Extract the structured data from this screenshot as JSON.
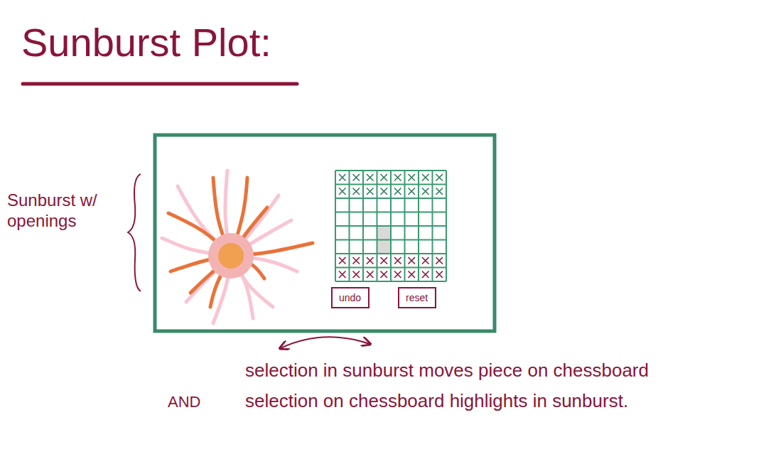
{
  "diagram": {
    "title": "Sunburst Plot:",
    "nodes": [
      {
        "text": [
          "undo"
        ]
      },
      {
        "text": [
          "reset"
        ]
      }
    ],
    "labels": [
      "Sunburst w/ openings",
      "selection in sunburst moves piece on chessboard",
      "AND",
      "selection on chessboard highlights in sunburst."
    ]
  }
}
